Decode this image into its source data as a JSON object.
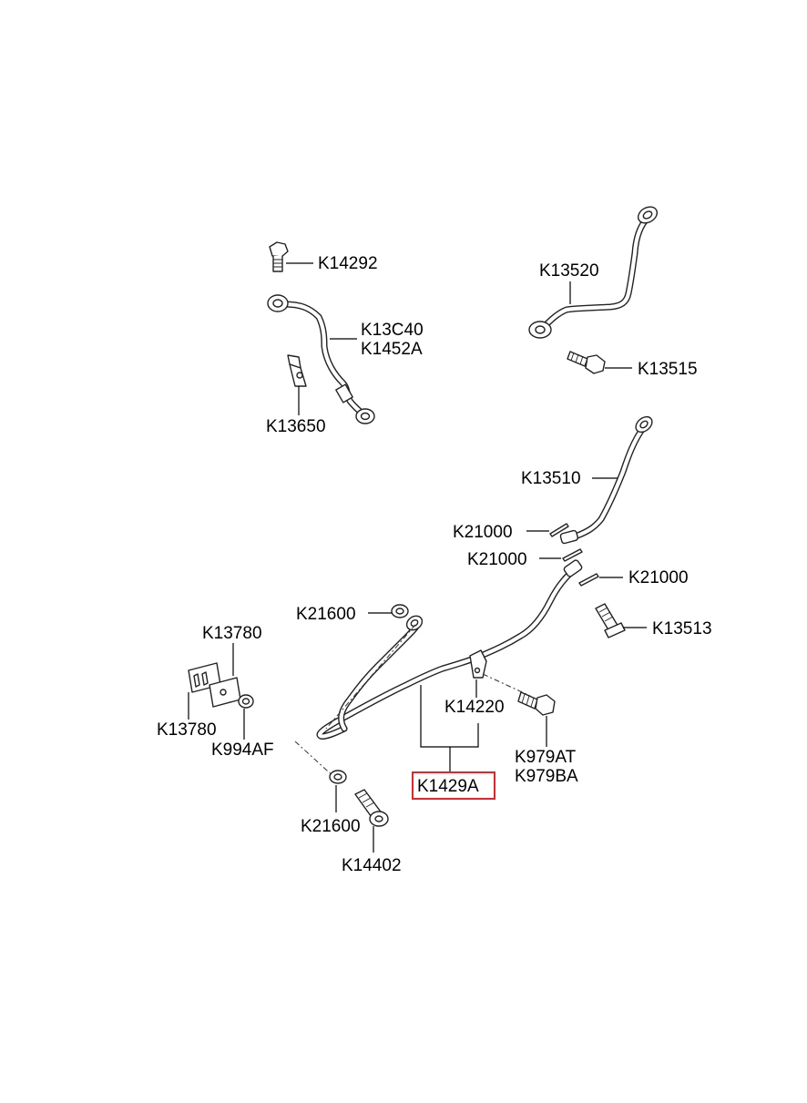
{
  "labels": {
    "k14292": "K14292",
    "k13c40": "K13C40",
    "k1452a": "K1452A",
    "k13650": "K13650",
    "k13520": "K13520",
    "k13515": "K13515",
    "k13510": "K13510",
    "k21000_a": "K21000",
    "k21000_b": "K21000",
    "k21000_c": "K21000",
    "k13513": "K13513",
    "k21600_top": "K21600",
    "k13780_top": "K13780",
    "k13780_bottom": "K13780",
    "k994af": "K994AF",
    "k14220": "K14220",
    "k979at": "K979AT",
    "k979ba": "K979BA",
    "k1429a": "K1429A",
    "k21600_bottom": "K21600",
    "k14402": "K14402"
  },
  "highlight": {
    "part": "K1429A",
    "color": "#e0262b"
  }
}
